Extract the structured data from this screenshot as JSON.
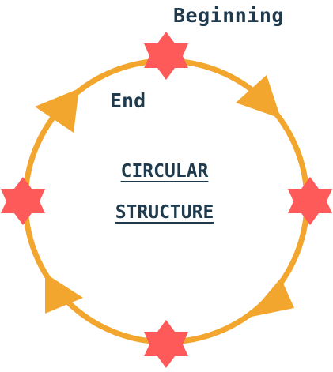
{
  "diagram": {
    "labels": {
      "beginning": "Beginning",
      "end": "End"
    },
    "title": {
      "line1": "CIRCULAR",
      "line2": "STRUCTURE"
    },
    "colors": {
      "ring": "#f2a62e",
      "arrow": "#f2a62e",
      "star": "#ff5a5a",
      "text": "#1f3a4d"
    },
    "icons": {
      "node": "six-point-star-icon",
      "direction": "triangle-arrow-icon"
    }
  }
}
